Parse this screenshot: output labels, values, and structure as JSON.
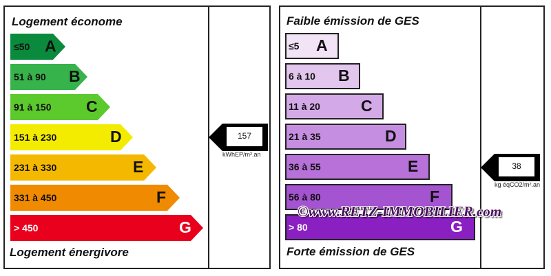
{
  "energy": {
    "title_top": "Logement économe",
    "title_bottom": "Logement énergivore",
    "value": "157",
    "unit": "kWhEP/m².an",
    "classes": [
      {
        "range": "≤50",
        "letter": "A",
        "color": "#0a8a3c"
      },
      {
        "range": "51 à 90",
        "letter": "B",
        "color": "#36b34a"
      },
      {
        "range": "91 à 150",
        "letter": "C",
        "color": "#5cc92d"
      },
      {
        "range": "151 à 230",
        "letter": "D",
        "color": "#f4ec00"
      },
      {
        "range": "231 à 330",
        "letter": "E",
        "color": "#f5b800"
      },
      {
        "range": "331 à 450",
        "letter": "F",
        "color": "#f08a00"
      },
      {
        "range": "> 450",
        "letter": "G",
        "color": "#e8001c"
      }
    ]
  },
  "ges": {
    "title_top": "Faible émission de GES",
    "title_bottom": "Forte émission de GES",
    "value": "38",
    "unit": "kg éqCO2/m².an",
    "classes": [
      {
        "range": "≤5",
        "letter": "A",
        "color": "#f2e4f6"
      },
      {
        "range": "6 à 10",
        "letter": "B",
        "color": "#e2c6ee"
      },
      {
        "range": "11 à 20",
        "letter": "C",
        "color": "#d4a9e7"
      },
      {
        "range": "21 à 35",
        "letter": "D",
        "color": "#c68ee0"
      },
      {
        "range": "36 à 55",
        "letter": "E",
        "color": "#b771d9"
      },
      {
        "range": "56 à 80",
        "letter": "F",
        "color": "#a554d1"
      },
      {
        "range": "> 80",
        "letter": "G",
        "color": "#8a20c2"
      }
    ]
  },
  "watermark": "©www.RETZ-IMMOBILIER.com"
}
